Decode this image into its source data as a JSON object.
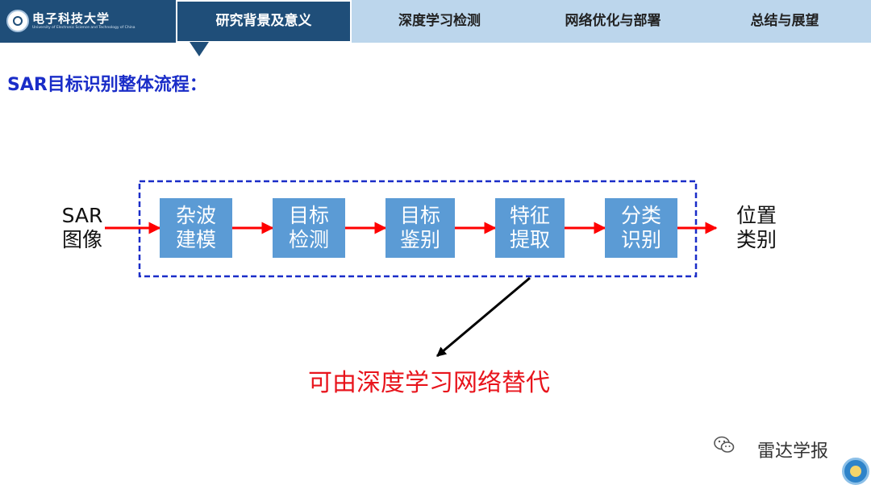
{
  "header": {
    "logo": {
      "name": "电子科技大学",
      "subtitle": "University of Electronic Science and Technology of China"
    },
    "tabs": [
      {
        "label": "研究背景及意义",
        "active": true
      },
      {
        "label": "深度学习检测",
        "active": false
      },
      {
        "label": "网络优化与部署",
        "active": false
      },
      {
        "label": "总结与展望",
        "active": false
      }
    ]
  },
  "section_title": "SAR目标识别整体流程：",
  "flow": {
    "input": {
      "line1": "SAR",
      "line2": "图像"
    },
    "steps": [
      {
        "line1": "杂波",
        "line2": "建模"
      },
      {
        "line1": "目标",
        "line2": "检测"
      },
      {
        "line1": "目标",
        "line2": "鉴别"
      },
      {
        "line1": "特征",
        "line2": "提取"
      },
      {
        "line1": "分类",
        "line2": "识别"
      }
    ],
    "output": {
      "line1": "位置",
      "line2": "类别"
    },
    "note": "可由深度学习网络替代"
  },
  "footer": {
    "brand": "雷达学报"
  },
  "colors": {
    "nav_active": "#1f4e79",
    "nav_bar": "#bcd6ec",
    "box": "#5b9bd5",
    "arrow": "#ff0000",
    "dash": "#1a2dc8",
    "title": "#1a2dc8",
    "note": "#e8141c"
  }
}
